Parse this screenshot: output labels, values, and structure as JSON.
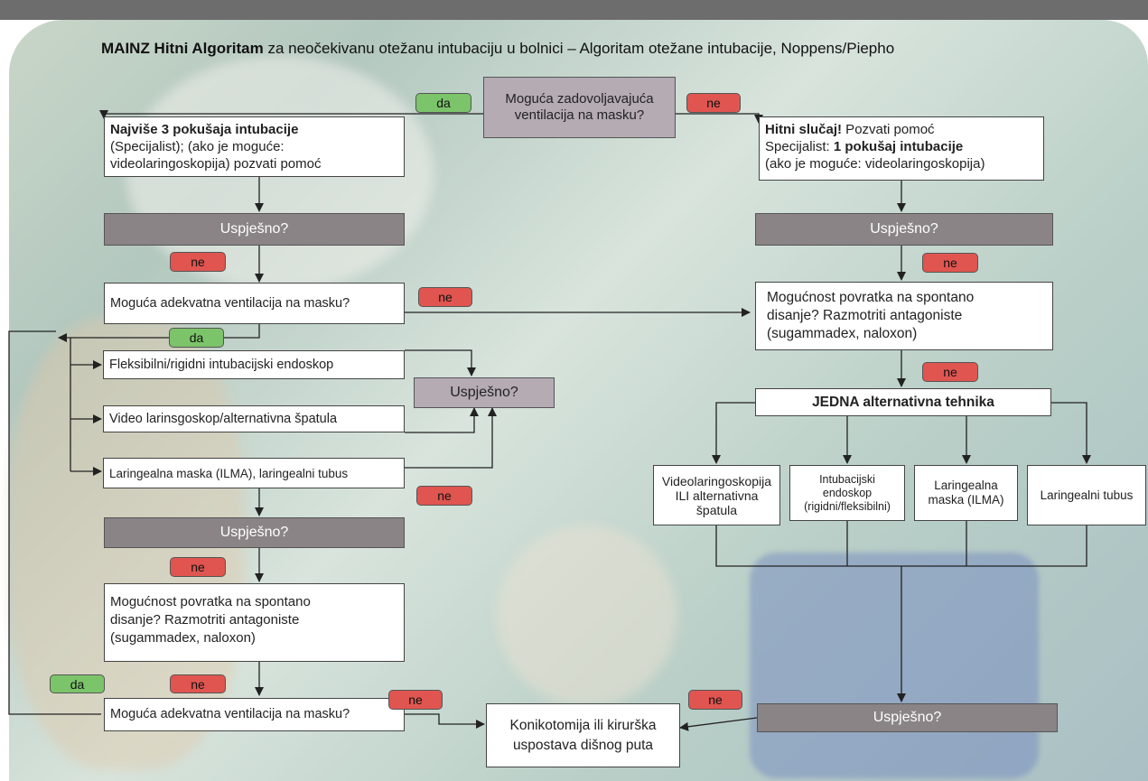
{
  "title": {
    "bold": "MAINZ Hitni Algoritam",
    "rest": " za neočekivanu otežanu intubaciju u bolnici",
    "subtitle": " – Algoritam otežane intubacije, Noppens/Piepho"
  },
  "start_question": {
    "line1": "Moguća zadovoljavajuća",
    "line2": "ventilacija na masku?"
  },
  "labels": {
    "da": "da",
    "ne": "ne"
  },
  "left": {
    "attempts": {
      "bold": "Najviše 3 pokušaja intubacije",
      "line2": "(Specijalist); (ako je moguće:",
      "line3": "videolaringoskopija) pozvati pomoć"
    },
    "success1": "Uspješno?",
    "ventilation1": "Moguća adekvatna ventilacija na masku?",
    "flex_endoscope": "Fleksibilni/rigidni intubacijski endoskop",
    "video": "Video larinsgoskop/alternativna špatula",
    "lma": "Laringealna maska (ILMA), laringealni tubus",
    "success_side": "Uspješno?",
    "success2": "Uspješno?",
    "spontaneous": {
      "line1": "Mogućnost povratka na spontano",
      "line2": "disanje? Razmotriti antagoniste",
      "line3": "(sugammadex, naloxon)"
    },
    "ventilation2": "Moguća adekvatna ventilacija na masku?"
  },
  "right": {
    "emergency": {
      "bold1": "Hitni slučaj!",
      "rest1": " Pozvati pomoć",
      "pre2": "Specijalist: ",
      "bold2": "1 pokušaj intubacije",
      "line3": "(ako je moguće: videolaringoskopija)"
    },
    "success1": "Uspješno?",
    "spontaneous": {
      "line1": "Mogućnost povratka na spontano",
      "line2": "disanje? Razmotriti antagoniste",
      "line3": "(sugammadex, naloxon)"
    },
    "one_technique": "JEDNA alternativna tehnika",
    "tech1": {
      "line1": "Videolaringoskopija",
      "line2": "ILI alternativna",
      "line3": "špatula"
    },
    "tech2": {
      "line1": "Intubacijski",
      "line2": "endoskop",
      "line3": "(rigidni/fleksibilni)"
    },
    "tech3": {
      "line1": "Laringealna",
      "line2": "maska (ILMA)"
    },
    "tech4": "Laringealni tubus",
    "success2": "Uspješno?"
  },
  "final": {
    "line1": "Konikotomija ili kirurška",
    "line2": "uspostava dišnog puta"
  }
}
